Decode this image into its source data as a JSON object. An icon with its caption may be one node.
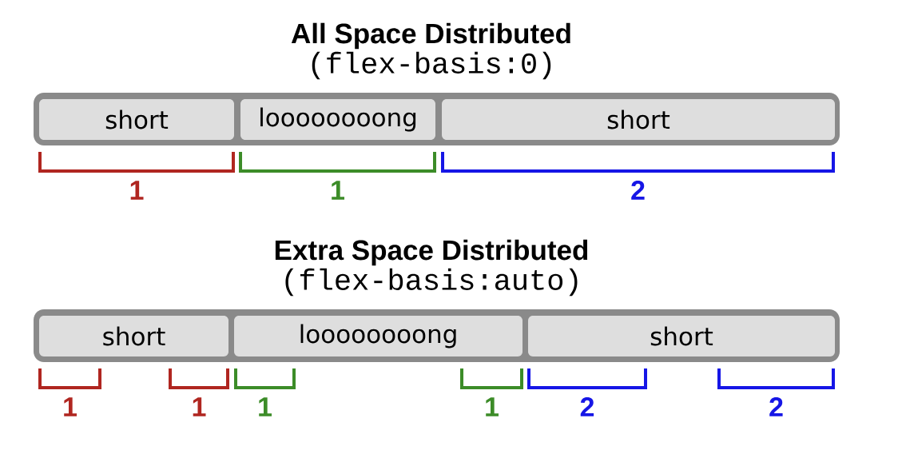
{
  "diagram": {
    "nodes": [
      {
        "text": [
          "All Space Distributed",
          "(flex-basis:0)"
        ]
      },
      {
        "text": [
          "short"
        ],
        "in": 0
      },
      {
        "text": [
          "loooooooong"
        ],
        "in": 0
      },
      {
        "text": [
          "short"
        ],
        "in": 0
      },
      {
        "text": [
          "Extra Space Distributed",
          "(flex-basis:auto)"
        ]
      },
      {
        "text": [
          "short"
        ],
        "in": 4
      },
      {
        "text": [
          "loooooooong"
        ],
        "in": 4
      },
      {
        "text": [
          "short"
        ],
        "in": 4
      }
    ],
    "labels": [
      "1",
      "1",
      "2",
      "1",
      "1",
      "1",
      "1",
      "2",
      "2"
    ]
  }
}
